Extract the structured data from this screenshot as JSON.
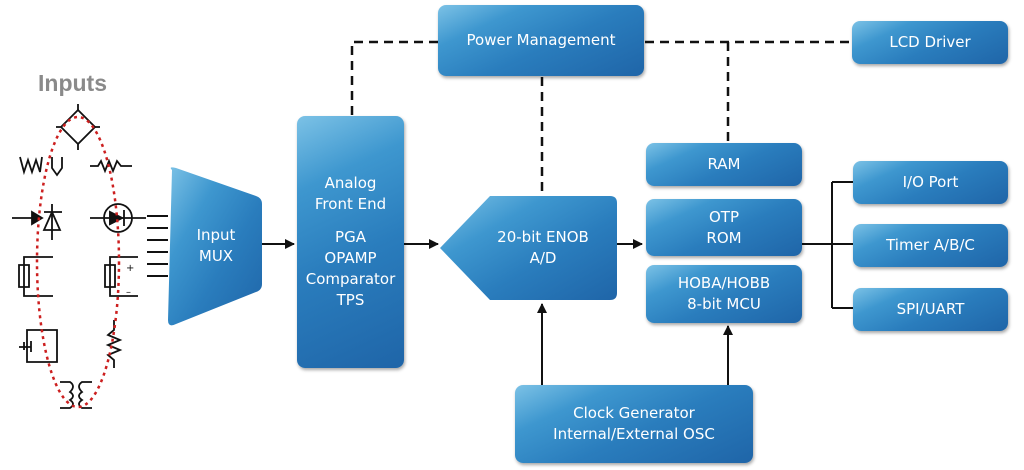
{
  "inputs": {
    "title": "Inputs"
  },
  "blocks": {
    "input_mux": [
      "Input",
      "MUX"
    ],
    "afe_title": [
      "Analog",
      "Front End"
    ],
    "afe_items": [
      "PGA",
      "OPAMP",
      "Comparator",
      "TPS"
    ],
    "adc": [
      "20-bit ENOB",
      "A/D"
    ],
    "power": "Power Management",
    "lcd": "LCD Driver",
    "ram": "RAM",
    "rom": [
      "OTP",
      "ROM"
    ],
    "mcu": [
      "HOBA/HOBB",
      "8-bit MCU"
    ],
    "io": "I/O Port",
    "timer": "Timer A/B/C",
    "spi": "SPI/UART",
    "clock": [
      "Clock Generator",
      "Internal/External OSC"
    ]
  },
  "colors": {
    "block": "#2a7dbd",
    "block_light": "#7cc2e6",
    "dotted_ellipse": "#cc1f1f",
    "title_gray": "#8a8a8a"
  }
}
